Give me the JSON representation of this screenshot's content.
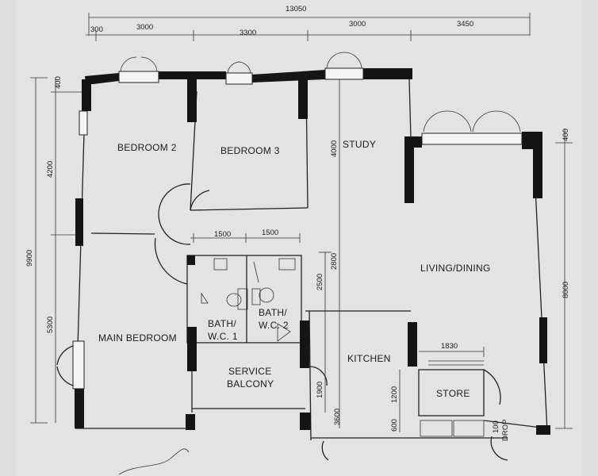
{
  "floor_plan": {
    "rooms": {
      "bedroom2": "BEDROOM 2",
      "bedroom3": "BEDROOM 3",
      "study": "STUDY",
      "living": "LIVING/DINING",
      "main_bedroom": "MAIN BEDROOM",
      "bath1_line1": "BATH/",
      "bath1_line2": "W.C. 1",
      "bath2_line1": "BATH/",
      "bath2_line2": "W.C. 2",
      "service_line1": "SERVICE",
      "service_line2": "BALCONY",
      "kitchen": "KITCHEN",
      "store": "STORE",
      "drop_line1": "100",
      "drop_line2": "DROP"
    },
    "dimensions": {
      "overall_width": "13050",
      "top_300": "300",
      "top_3000_a": "3000",
      "top_3300": "3300",
      "top_3000_b": "3000",
      "top_3450": "3450",
      "left_400": "400",
      "left_4200": "4200",
      "left_9900": "9900",
      "left_5300": "5300",
      "right_400": "400",
      "right_8000": "8000",
      "bath_1500_a": "1500",
      "bath_1500_b": "1500",
      "study_4000": "4000",
      "v_2800": "2800",
      "v_2500": "2500",
      "v_1900": "1900",
      "v_3600": "3600",
      "v_1200": "1200",
      "v_600": "600",
      "store_1830": "1830"
    }
  }
}
